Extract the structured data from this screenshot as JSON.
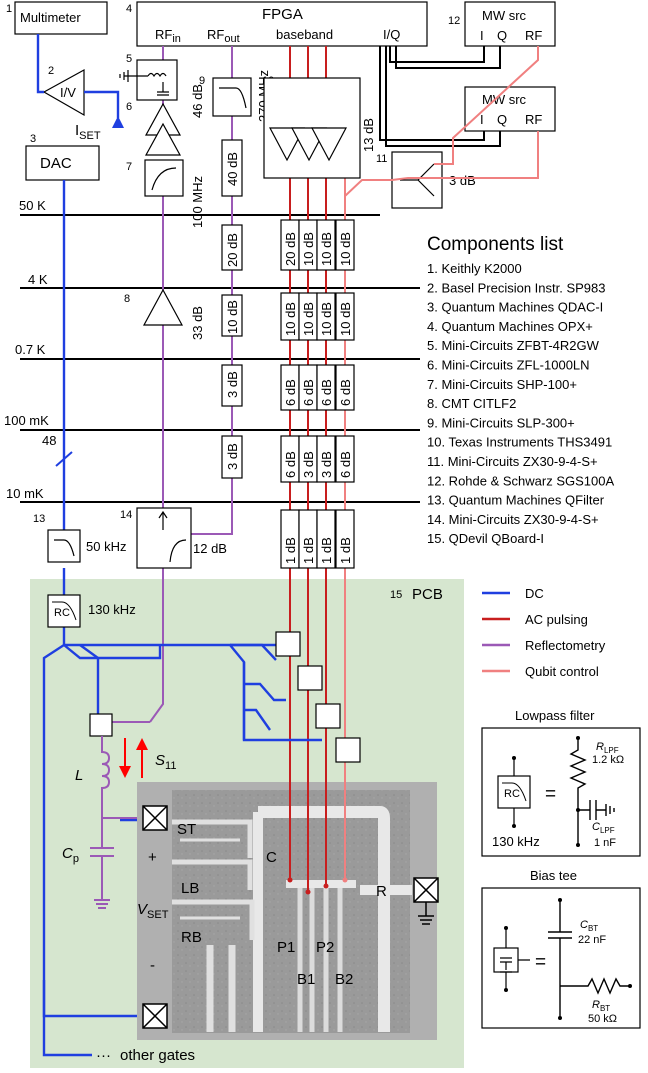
{
  "colors": {
    "dc": "#1f3fe0",
    "ac": "#c81e1e",
    "refl": "#9b59b6",
    "qubit": "#f08080",
    "pcb": "#d6e6cf",
    "sem": "#9a9a9a"
  },
  "instruments": {
    "multimeter": "Multimeter",
    "iv": "I/V",
    "iset_main": "I",
    "iset_sub": "SET",
    "dac": "DAC",
    "fpga": "FPGA",
    "rfin_main": "RF",
    "rfin_sub": "in",
    "rfout_main": "RF",
    "rfout_sub": "out",
    "baseband": "baseband",
    "iq": "I/Q",
    "mw1": "MW src",
    "mw2": "MW src",
    "mw_i": "I",
    "mw_q": "Q",
    "mw_rf": "RF"
  },
  "numbers": {
    "n1": "1",
    "n2": "2",
    "n3": "3",
    "n4": "4",
    "n5": "5",
    "n6": "6",
    "n7": "7",
    "n8": "8",
    "n9": "9",
    "n10": "10",
    "n11": "11",
    "n12": "12",
    "n13": "13",
    "n14": "14",
    "n15": "15"
  },
  "gains": {
    "amp46": "46 dB",
    "hp100": "100 MHz",
    "lp270": "270 MHz",
    "qf13": "13 dB",
    "split3": "3 dB",
    "amp33": "33 dB",
    "coup12": "12 dB",
    "lpf50": "50 kHz",
    "rc130": "130 kHz",
    "rc_label": "RC",
    "bus48": "48"
  },
  "attenuators": {
    "rfout": [
      "40 dB",
      "20 dB",
      "10 dB",
      "3 dB",
      "3 dB"
    ],
    "line1": [
      "20 dB",
      "10 dB",
      "6 dB",
      "6 dB",
      "1 dB"
    ],
    "line2": [
      "10 dB",
      "10 dB",
      "6 dB",
      "3 dB",
      "1 dB"
    ],
    "line3": [
      "10 dB",
      "10 dB",
      "6 dB",
      "3 dB",
      "1 dB"
    ],
    "line4": [
      "10 dB",
      "10 dB",
      "6 dB",
      "6 dB",
      "1 dB"
    ]
  },
  "stages": [
    "50 K",
    "4 K",
    "0.7 K",
    "100 mK",
    "10 mK"
  ],
  "components": {
    "title": "Components list",
    "items": [
      "1. Keithly K2000",
      "2. Basel Precision Instr. SP983",
      "3. Quantum Machines QDAC-I",
      "4. Quantum Machines OPX+",
      "5. Mini-Circuits ZFBT-4R2GW",
      "6. Mini-Circuits ZFL-1000LN",
      "7. Mini-Circuits SHP-100+",
      "8. CMT CITLF2",
      "9. Mini-Circuits SLP-300+",
      "10. Texas Instruments THS3491",
      "11. Mini-Circuits ZX30-9-4-S+",
      "12. Rohde & Schwarz SGS100A",
      "13. Quantum Machines QFilter",
      "14. Mini-Circuits ZX30-9-4-S+",
      "15. QDevil QBoard-I"
    ]
  },
  "pcb": {
    "label": "PCB"
  },
  "legend": [
    {
      "label": "DC",
      "color": "#1f3fe0"
    },
    {
      "label": "AC pulsing",
      "color": "#c81e1e"
    },
    {
      "label": "Reflectometry",
      "color": "#9b59b6"
    },
    {
      "label": "Qubit control",
      "color": "#f08080"
    }
  ],
  "lowpass": {
    "title": "Lowpass filter",
    "rc": "RC",
    "freq": "130 kHz",
    "equals": "=",
    "r_main": "R",
    "r_sub": "LPF",
    "r_val": "1.2 kΩ",
    "c_main": "C",
    "c_sub": "LPF",
    "c_val": "1 nF"
  },
  "biastee": {
    "title": "Bias tee",
    "equals": "=",
    "c_main": "C",
    "c_sub": "BT",
    "c_val": "22 nF",
    "r_main": "R",
    "r_sub": "BT",
    "r_val": "50 kΩ"
  },
  "tank": {
    "l": "L",
    "cp_main": "C",
    "cp_sub": "p",
    "s11_main": "S",
    "s11_sub": "11",
    "vset_main": "V",
    "vset_sub": "SET",
    "plus": "+",
    "minus": "-"
  },
  "device": {
    "st": "ST",
    "lb": "LB",
    "rb": "RB",
    "c": "C",
    "p1": "P1",
    "p2": "P2",
    "b1": "B1",
    "b2": "B2",
    "r": "R"
  },
  "other_gates": "other gates",
  "other_dots": "···"
}
